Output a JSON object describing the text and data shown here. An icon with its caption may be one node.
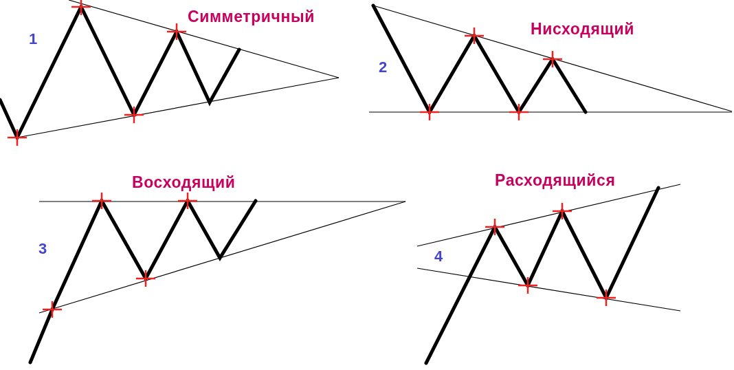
{
  "diagram": {
    "labels": [
      "Симметричный",
      "1",
      "Нисходящий",
      "2",
      "Восходящий",
      "3",
      "Расходящийся",
      "4"
    ]
  }
}
